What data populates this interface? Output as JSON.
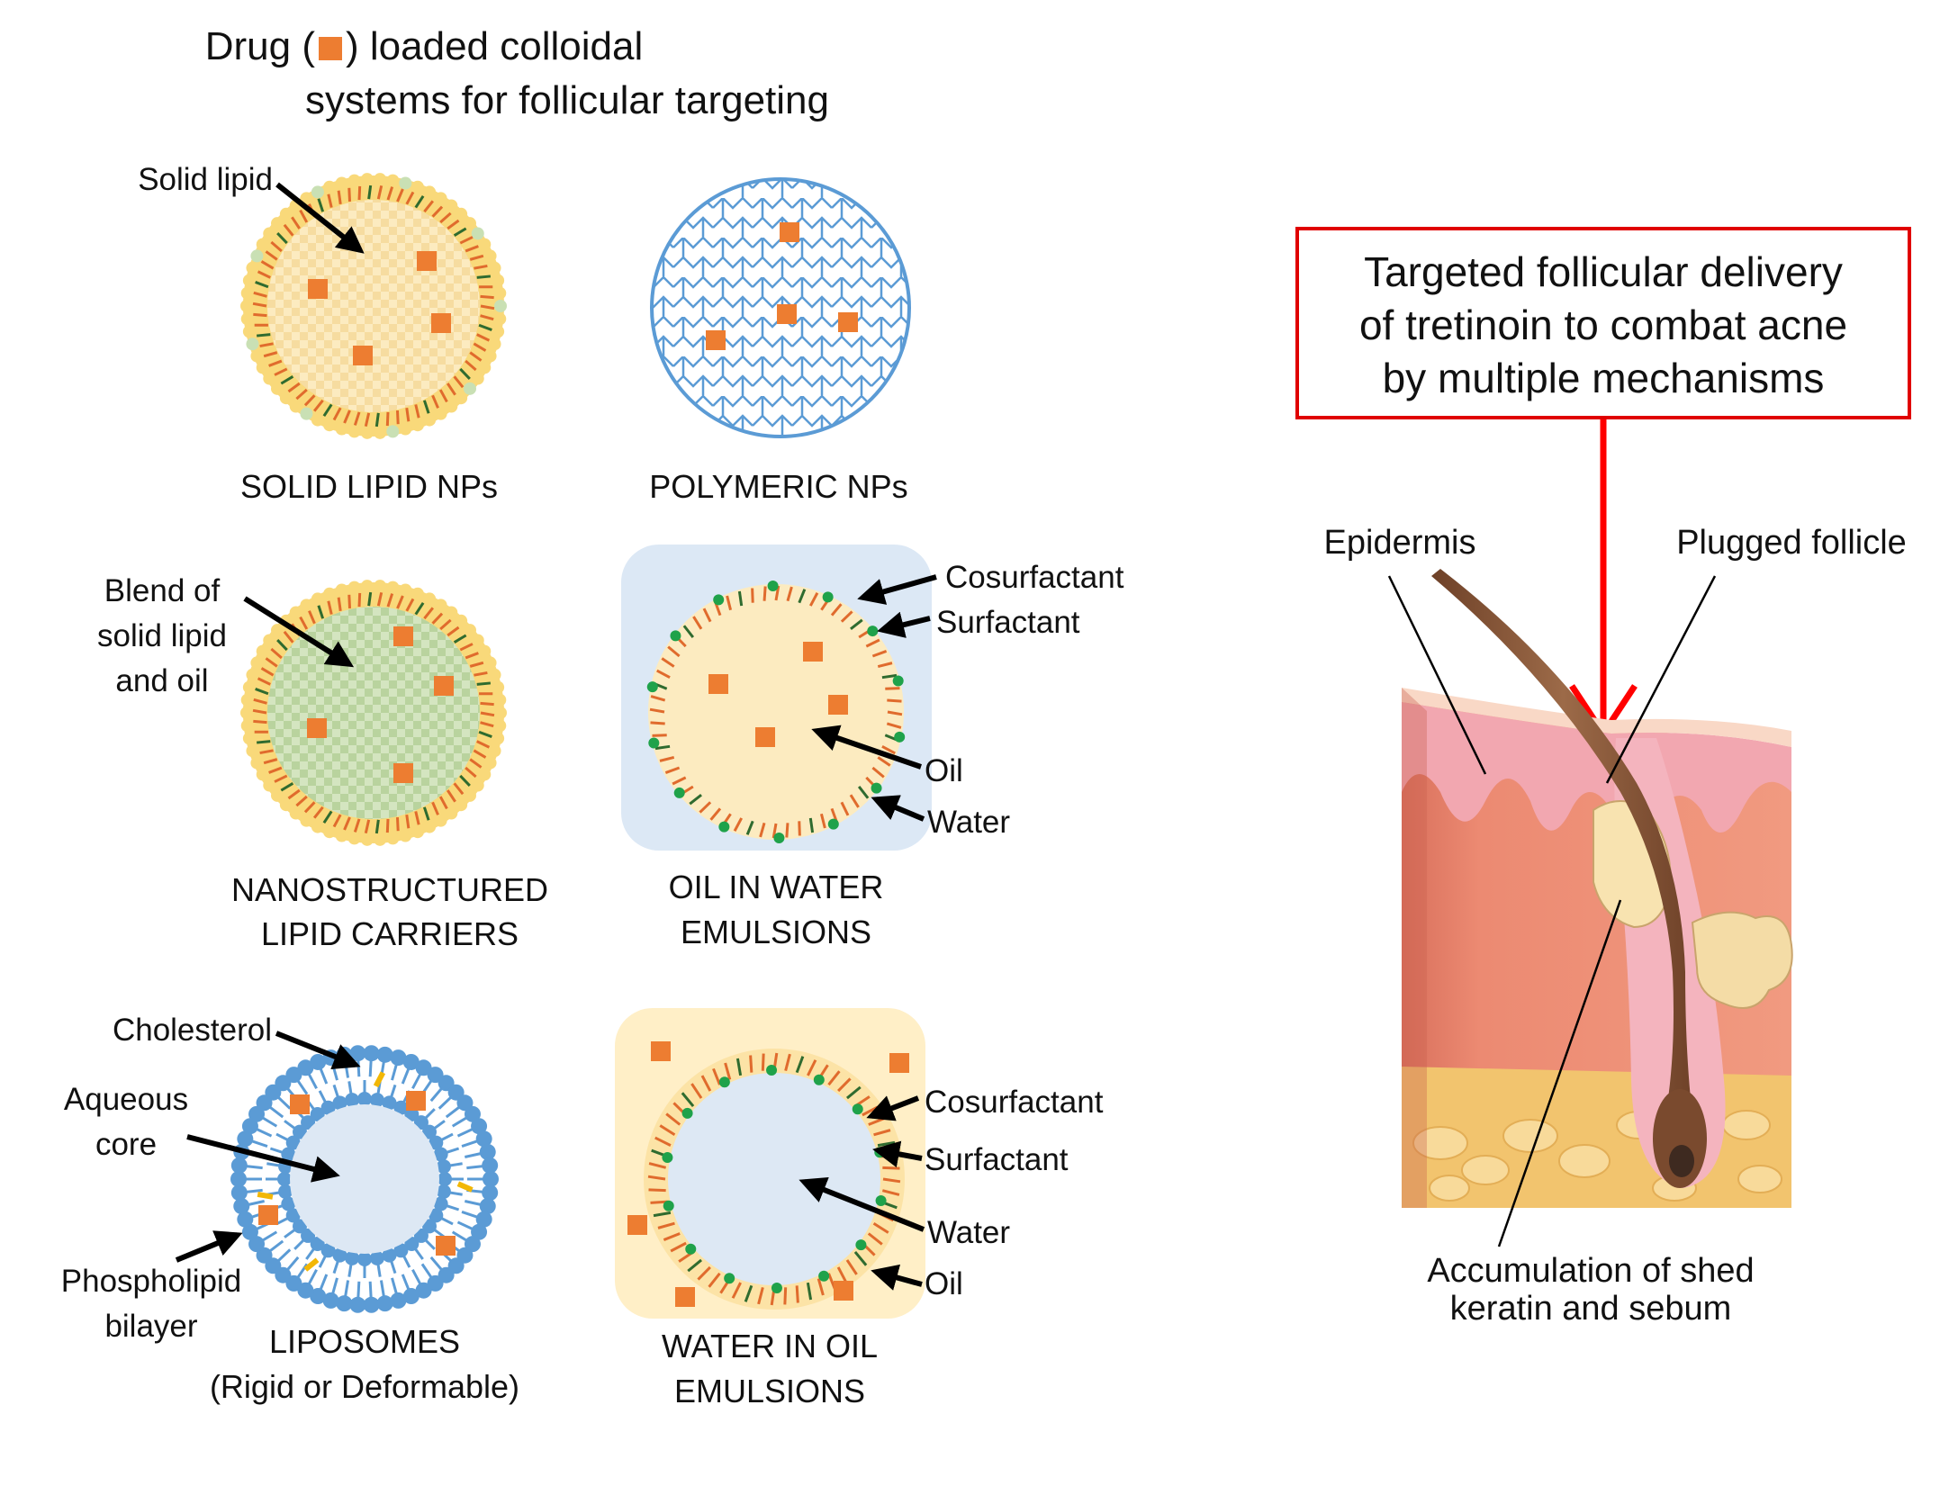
{
  "title": {
    "line1_pre": "Drug (",
    "line1_post": ") loaded colloidal",
    "line2": "systems for follicular targeting"
  },
  "panels": {
    "sln": {
      "caption": "SOLID LIPID NPs",
      "label": "Solid lipid"
    },
    "polymeric": {
      "caption": "POLYMERIC NPs"
    },
    "nlc": {
      "caption_line1": "NANOSTRUCTURED",
      "caption_line2": "LIPID CARRIERS",
      "label_line1": "Blend of",
      "label_line2": "solid lipid",
      "label_line3": "and oil"
    },
    "ow": {
      "caption_line1": "OIL IN WATER",
      "caption_line2": "EMULSIONS",
      "cosurfactant": "Cosurfactant",
      "surfactant": "Surfactant",
      "oil": "Oil",
      "water": "Water"
    },
    "liposome": {
      "caption_line1": "LIPOSOMES",
      "caption_line2": "(Rigid or Deformable)",
      "cholesterol": "Cholesterol",
      "aqueous_line1": "Aqueous",
      "aqueous_line2": "core",
      "bilayer_line1": "Phospholipid",
      "bilayer_line2": "bilayer"
    },
    "wo": {
      "caption_line1": "WATER IN OIL",
      "caption_line2": "EMULSIONS",
      "cosurfactant": "Cosurfactant",
      "surfactant": "Surfactant",
      "water": "Water",
      "oil": "Oil"
    }
  },
  "target_box": {
    "line1": "Targeted follicular delivery",
    "line2": "of tretinoin to combat acne",
    "line3": "by multiple mechanisms"
  },
  "skin": {
    "epidermis": "Epidermis",
    "plugged": "Plugged follicle",
    "accum_line1": "Accumulation of shed",
    "accum_line2": "keratin and sebum"
  },
  "colors": {
    "drug": "#ED7D31",
    "lipid_head": "#F9D97A",
    "lipid_core": "#FCEBC0",
    "nlc_core": "#C9DDB4",
    "polymer": "#5B9BD5",
    "ow_background": "#DCE8F5",
    "wo_background": "#FFEFC7",
    "water_core": "#DDE8F4",
    "surfactant_tail": "#E06B2D",
    "cosurfactant": "#1FA24A",
    "liposome_head": "#5B9BD5",
    "cholesterol": "#F2B705",
    "target_box_border": "#E00000",
    "target_arrow": "#FF0000",
    "skin_epidermis": "#F2A7B0",
    "skin_dermis": "#EC8A72",
    "skin_fat": "#F2C46E",
    "hair": "#8B5A3C"
  }
}
